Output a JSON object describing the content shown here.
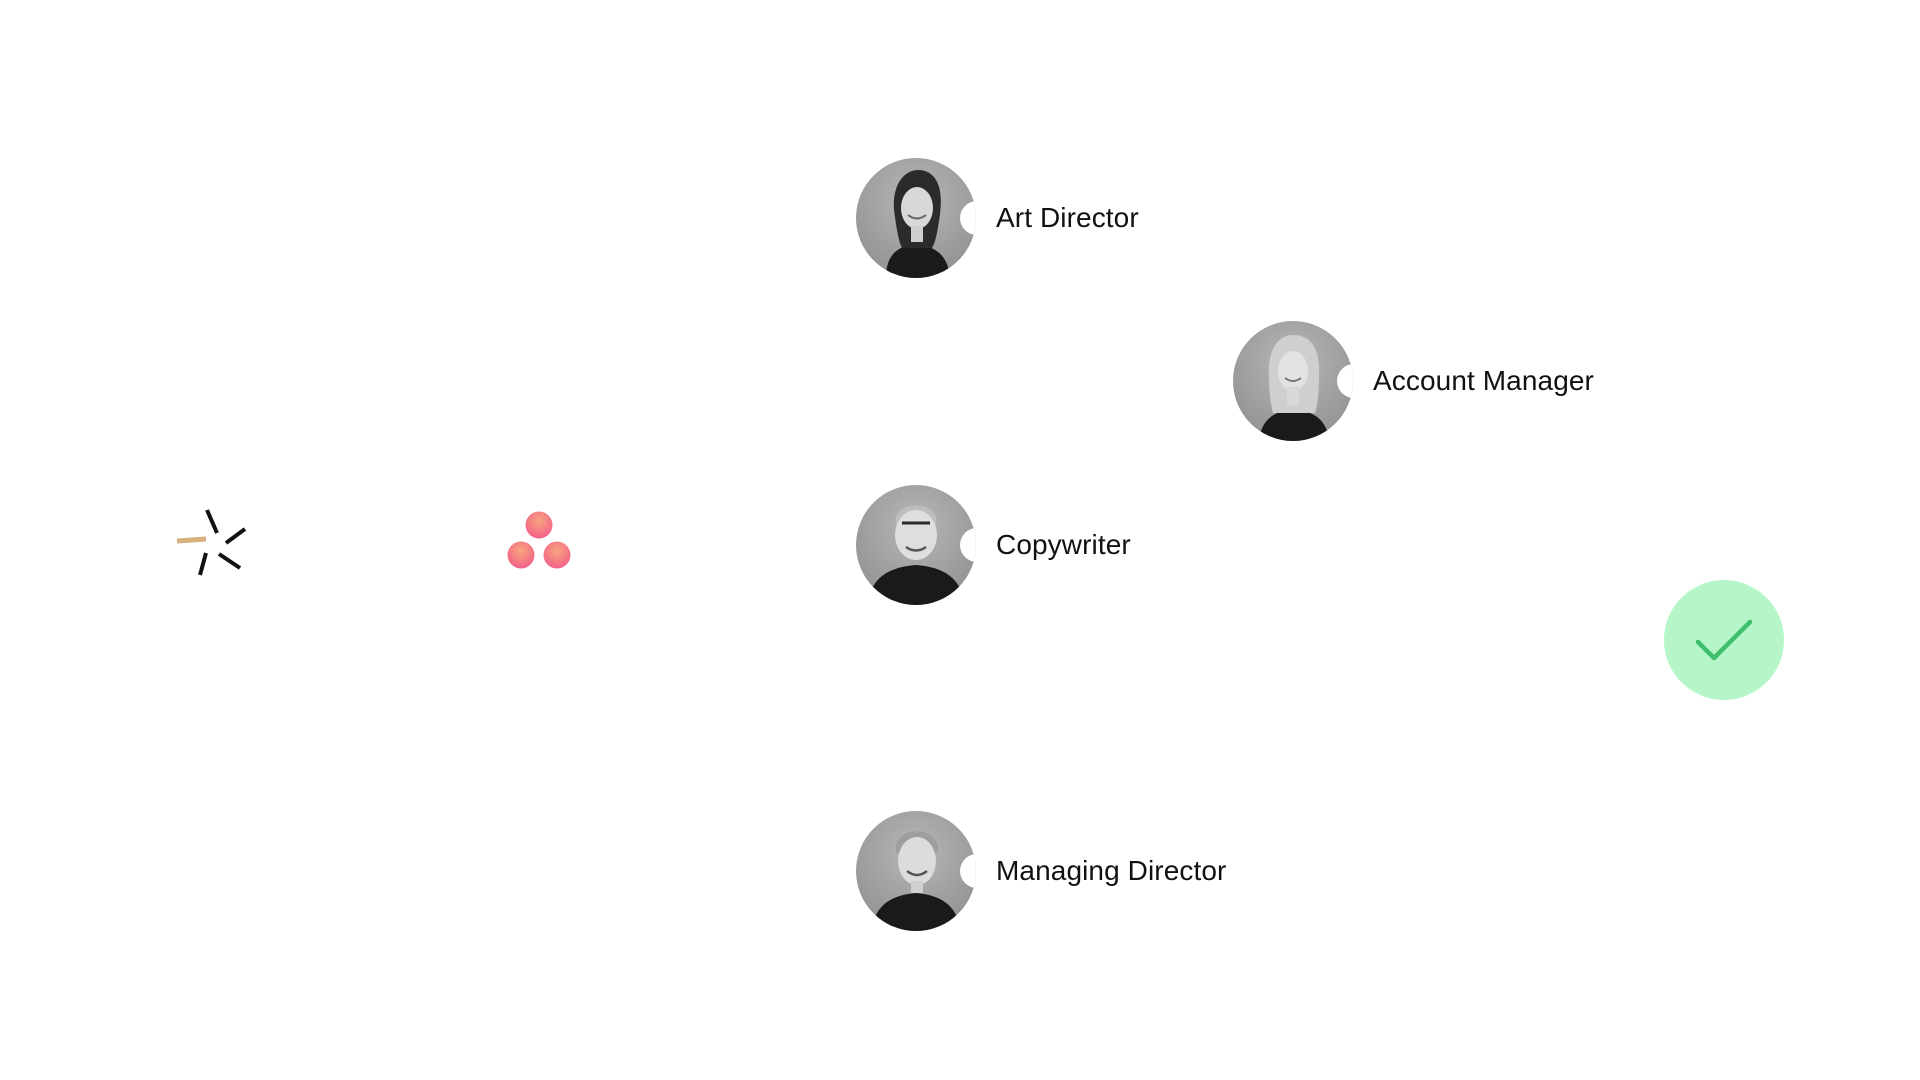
{
  "roles": [
    {
      "label": "Art Director",
      "avatar": "art-director-portrait"
    },
    {
      "label": "Account Manager",
      "avatar": "account-manager-portrait"
    },
    {
      "label": "Copywriter",
      "avatar": "copywriter-portrait"
    },
    {
      "label": "Managing Director",
      "avatar": "managing-director-portrait"
    }
  ],
  "logos": {
    "spark": {
      "icon": "spark-logo-icon",
      "accent": "#d8b27e",
      "color": "#111111"
    },
    "asana": {
      "icon": "asana-logo-icon",
      "color_top": "#f8a57e",
      "color_bottom": "#f25b8a"
    }
  },
  "status": {
    "icon": "checkmark-icon",
    "background": "#b6f5c8",
    "stroke": "#3fbf6b"
  }
}
